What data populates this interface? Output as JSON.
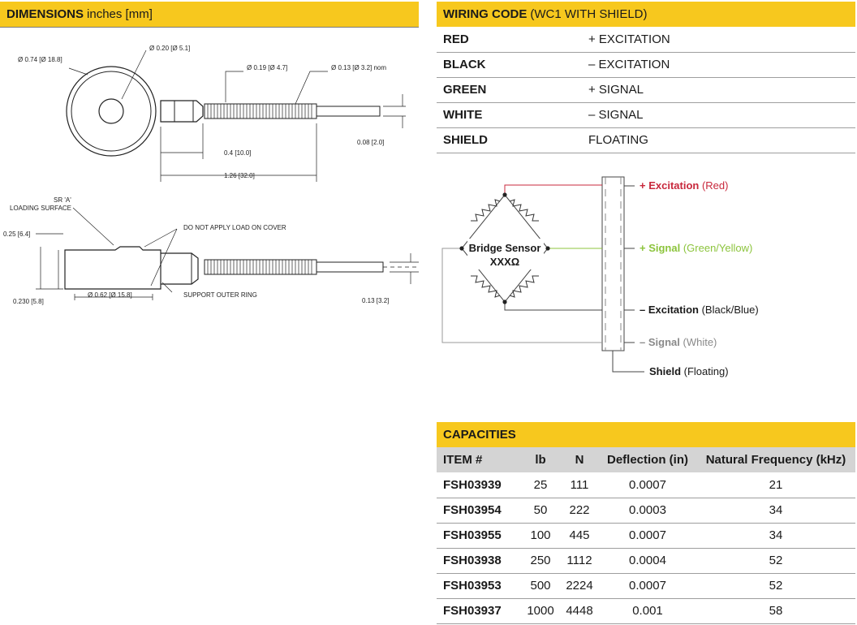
{
  "dimensions": {
    "title": "DIMENSIONS",
    "subtitle": "inches [mm]",
    "labels": {
      "d074": "Ø 0.74 [Ø 18.8]",
      "d020": "Ø 0.20 [Ø 5.1]",
      "d019": "Ø 0.19 [Ø 4.7]",
      "d013nom": "Ø 0.13 [Ø 3.2] nom",
      "l04": "0.4 [10.0]",
      "l126": "1.26 [32.0]",
      "l008": "0.08 [2.0]",
      "sr1": "SR 'A'",
      "sr2": "LOADING SURFACE",
      "noload": "DO NOT APPLY LOAD ON COVER",
      "h025": "0.25 [6.4]",
      "h0230": "0.230 [5.8]",
      "d062": "Ø 0.62 [Ø 15.8]",
      "support": "SUPPORT OUTER RING",
      "l013": "0.13 [3.2]"
    }
  },
  "wiring": {
    "title": "WIRING CODE",
    "subtitle": "(WC1 WITH SHIELD)",
    "rows": [
      {
        "color": "RED",
        "function": "+ EXCITATION"
      },
      {
        "color": "BLACK",
        "function": "– EXCITATION"
      },
      {
        "color": "GREEN",
        "function": "+ SIGNAL"
      },
      {
        "color": "WHITE",
        "function": "– SIGNAL"
      },
      {
        "color": "SHIELD",
        "function": "FLOATING"
      }
    ],
    "diagram": {
      "sensor_line1": "Bridge Sensor",
      "sensor_line2": "XXXΩ",
      "exc_pos": "+ Excitation",
      "exc_pos_color": "(Red)",
      "sig_pos": "+ Signal",
      "sig_pos_color": "(Green/Yellow)",
      "exc_neg": "– Excitation",
      "exc_neg_color": "(Black/Blue)",
      "sig_neg": "– Signal",
      "sig_neg_color": "(White)",
      "shield": "Shield",
      "shield_color": "(Floating)",
      "red_hex": "#c8283c",
      "green_hex": "#8cc43c",
      "gray_hex": "#8a8a8a"
    }
  },
  "capacities": {
    "title": "CAPACITIES",
    "headers": [
      "ITEM #",
      "lb",
      "N",
      "Deflection (in)",
      "Natural Frequency (kHz)"
    ],
    "rows": [
      [
        "FSH03939",
        "25",
        "111",
        "0.0007",
        "21"
      ],
      [
        "FSH03954",
        "50",
        "222",
        "0.0003",
        "34"
      ],
      [
        "FSH03955",
        "100",
        "445",
        "0.0007",
        "34"
      ],
      [
        "FSH03938",
        "250",
        "1112",
        "0.0004",
        "52"
      ],
      [
        "FSH03953",
        "500",
        "2224",
        "0.0007",
        "52"
      ],
      [
        "FSH03937",
        "1000",
        "4448",
        "0.001",
        "58"
      ]
    ]
  }
}
